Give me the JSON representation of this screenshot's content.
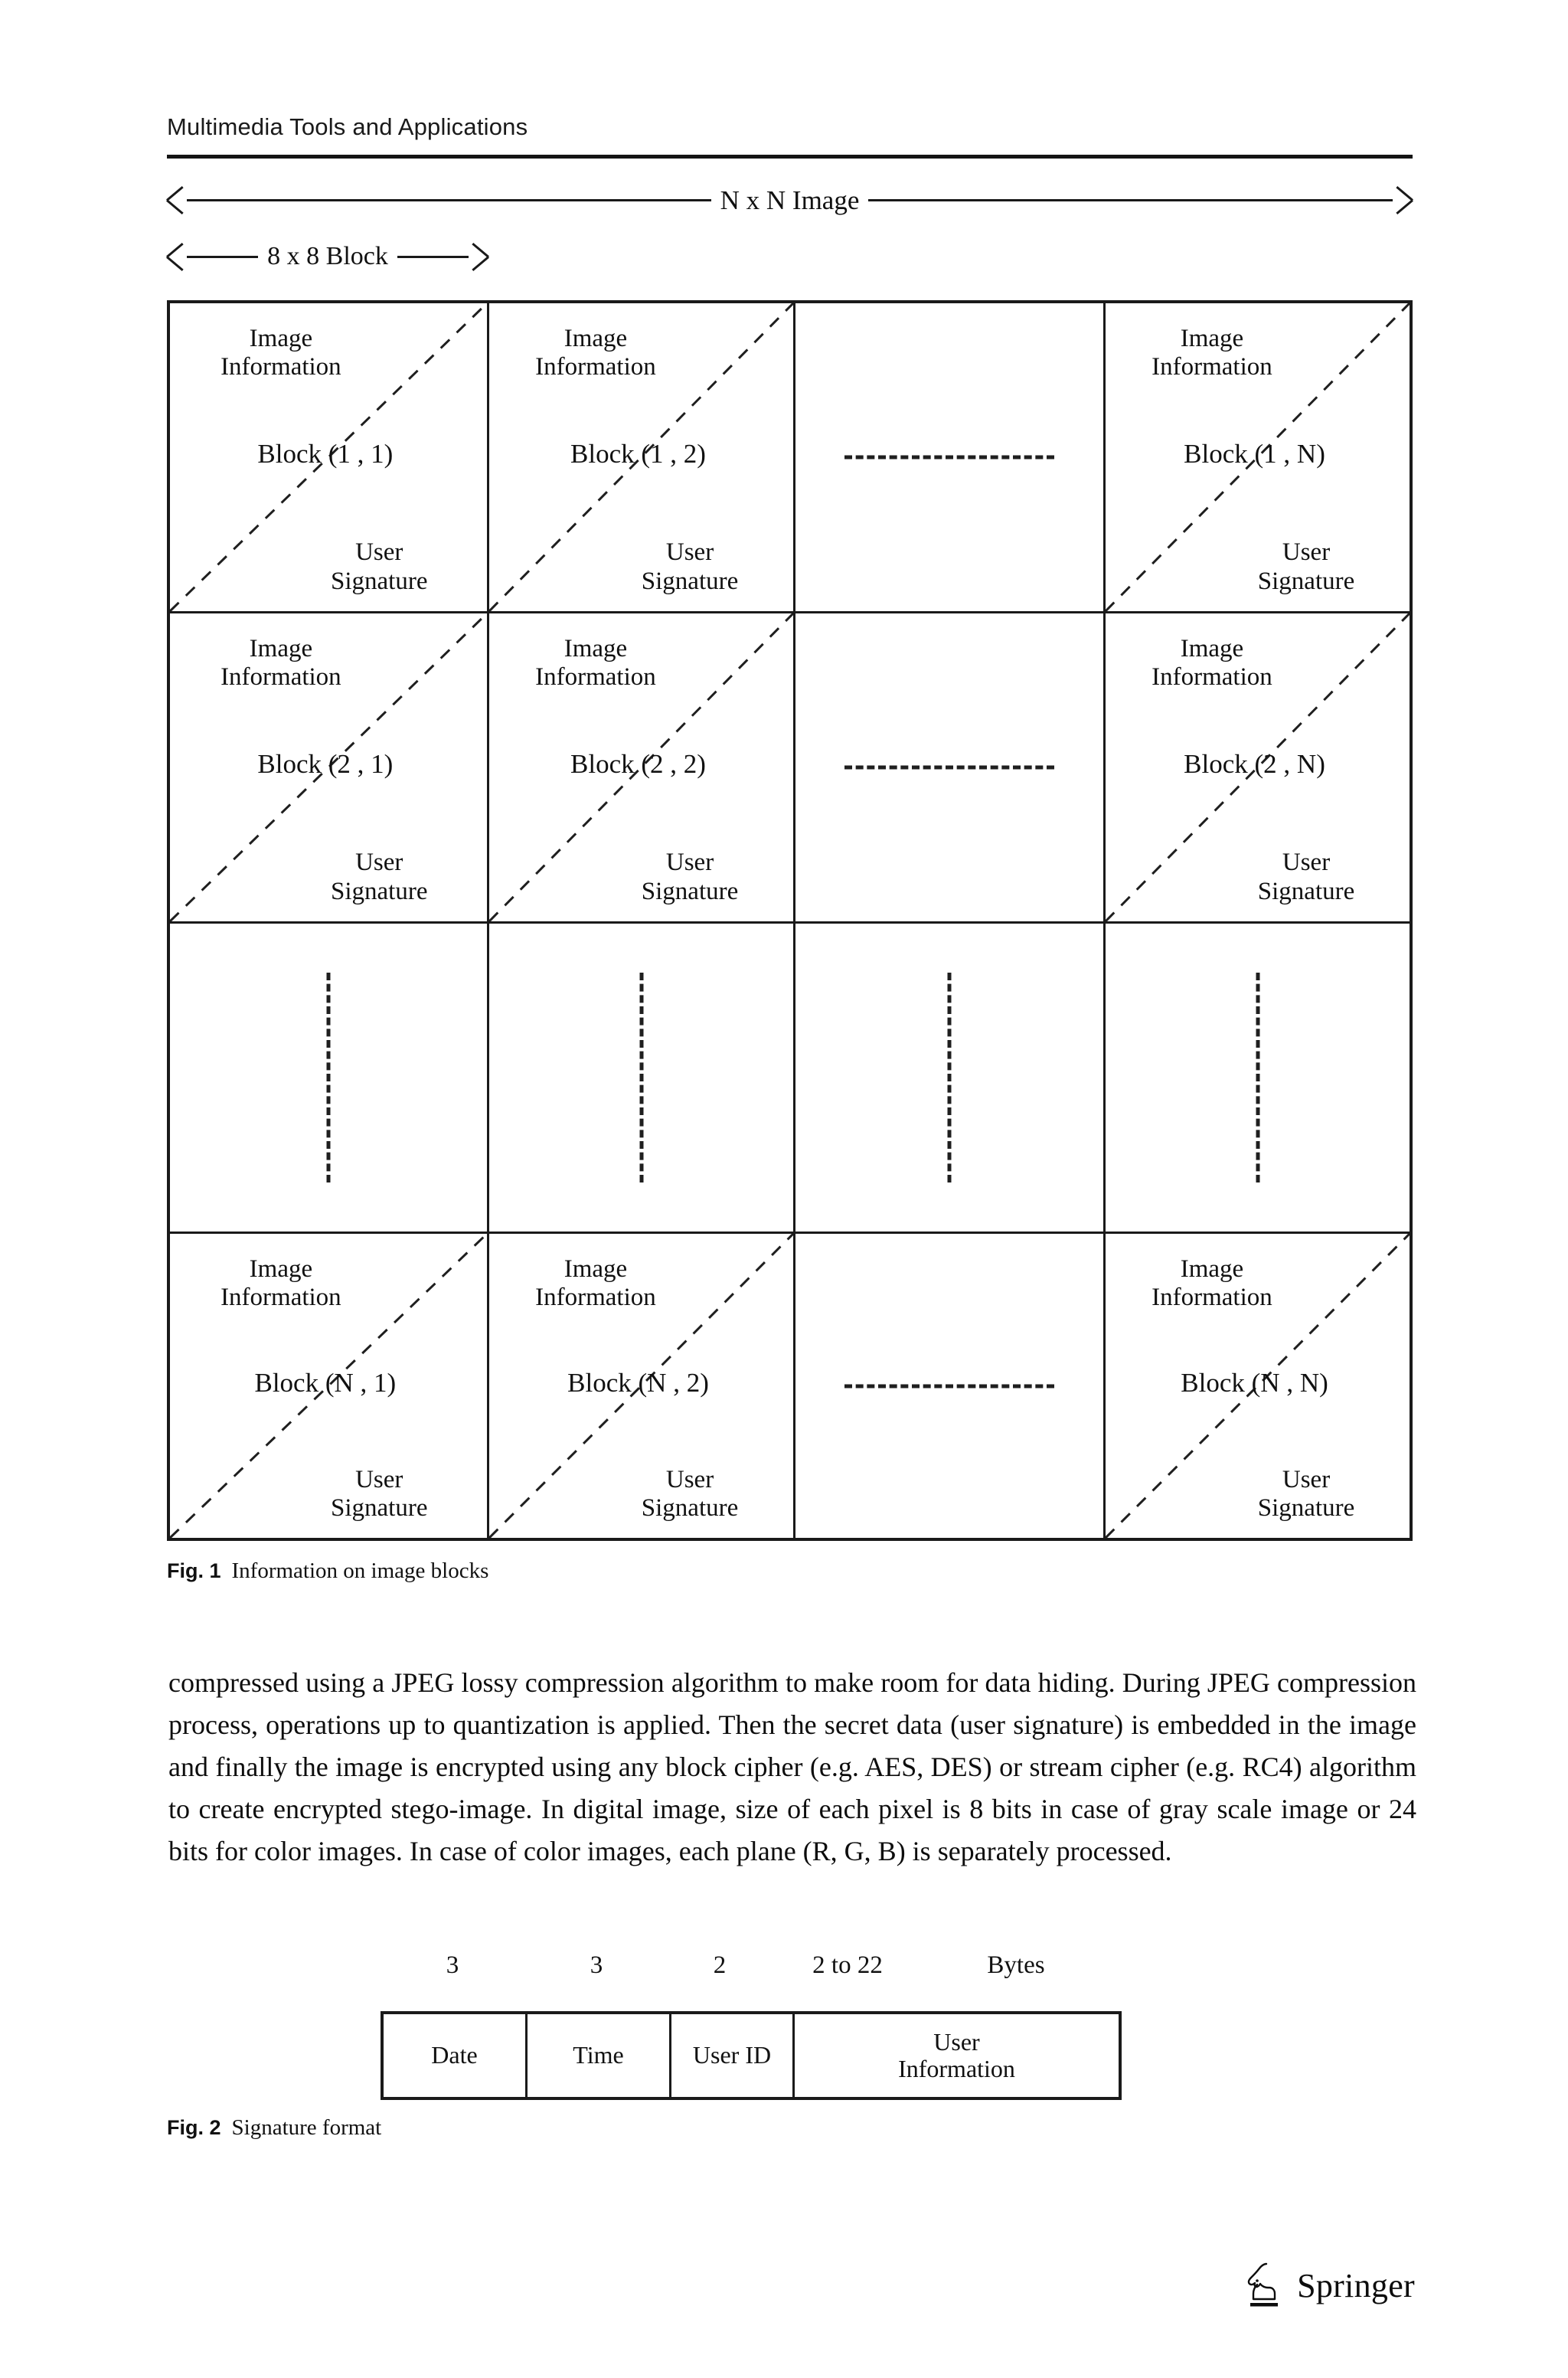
{
  "running_head": "Multimedia Tools and Applications",
  "figure1": {
    "arrow_outer_label": "N x N Image",
    "arrow_inner_label": "8 x 8 Block",
    "cell_labels": {
      "info": "Image\nInformation",
      "signature": "User\nSignature"
    },
    "rows": [
      {
        "cells": [
          {
            "kind": "block",
            "block": "Block (1 , 1)"
          },
          {
            "kind": "block",
            "block": "Block (1 , 2)"
          },
          {
            "kind": "hdash",
            "block": ""
          },
          {
            "kind": "block",
            "block": "Block (1 , N)"
          }
        ]
      },
      {
        "cells": [
          {
            "kind": "block",
            "block": "Block (2 , 1)"
          },
          {
            "kind": "block",
            "block": "Block (2 , 2)"
          },
          {
            "kind": "hdash",
            "block": ""
          },
          {
            "kind": "block",
            "block": "Block (2 , N)"
          }
        ]
      },
      {
        "cells": [
          {
            "kind": "vdash",
            "block": ""
          },
          {
            "kind": "vdash",
            "block": ""
          },
          {
            "kind": "vdash",
            "block": ""
          },
          {
            "kind": "vdash",
            "block": ""
          }
        ]
      },
      {
        "cells": [
          {
            "kind": "block",
            "block": "Block (N , 1)"
          },
          {
            "kind": "block",
            "block": "Block (N , 2)"
          },
          {
            "kind": "hdash",
            "block": ""
          },
          {
            "kind": "block",
            "block": "Block (N , N)"
          }
        ]
      }
    ],
    "caption_number": "Fig. 1",
    "caption_text": "Information on image blocks"
  },
  "body_paragraph": "compressed using a JPEG lossy compression algorithm to make room for data hiding. During JPEG compression process, operations up to quantization is applied. Then the secret data (user signature) is embedded in the image and finally the image is encrypted using any block cipher (e.g. AES, DES) or stream cipher (e.g. RC4) algorithm to create encrypted stego-image. In digital image, size of each pixel is 8 bits in case of gray scale image or 24 bits for color images. In case of color images, each plane (R, G, B) is separately processed.",
  "figure2": {
    "byte_labels": [
      "3",
      "3",
      "2",
      "2 to 22",
      "Bytes"
    ],
    "fields": [
      "Date",
      "Time",
      "User ID",
      "User\nInformation"
    ],
    "caption_number": "Fig. 2",
    "caption_text": "Signature format"
  },
  "footer": {
    "publisher": "Springer",
    "logo_name": "springer-knight-logo"
  }
}
